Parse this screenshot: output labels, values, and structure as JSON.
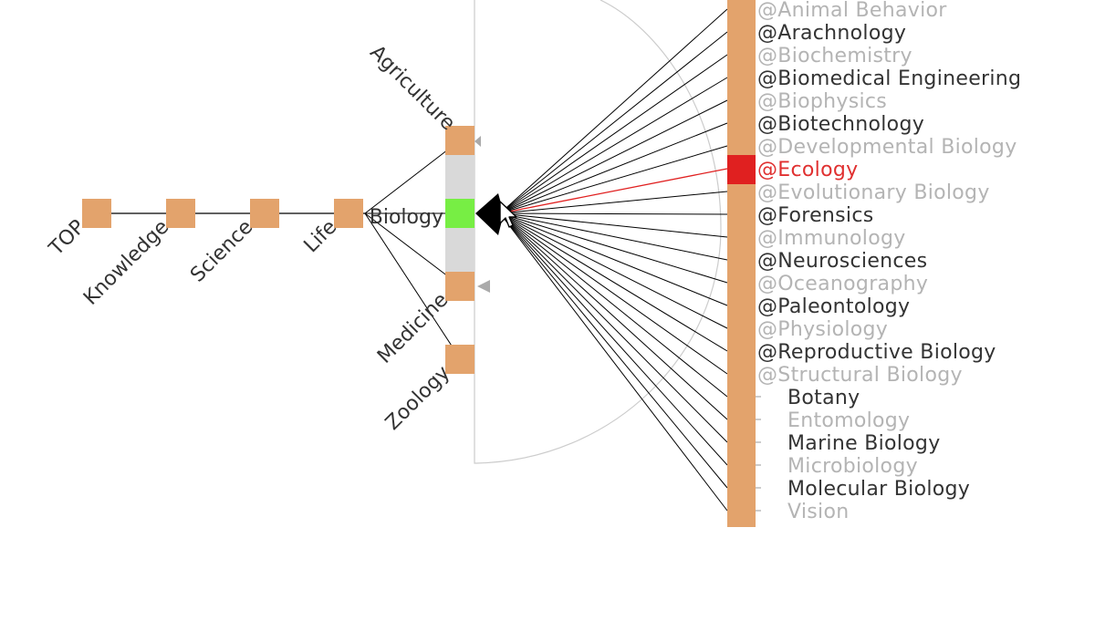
{
  "colors": {
    "node": "#e3a36c",
    "selected_bar": "#d9d9d9",
    "focus_node": "#77ee44",
    "highlight": "#e02020",
    "dark_text": "#333333",
    "light_text": "#b4b4b4",
    "highlight_text": "#e03030"
  },
  "path": [
    {
      "label": "TOP"
    },
    {
      "label": "Knowledge"
    },
    {
      "label": "Science"
    },
    {
      "label": "Life"
    }
  ],
  "focus": {
    "label": "Biology"
  },
  "siblings": [
    {
      "label": "Agriculture"
    },
    {
      "label": "Medicine"
    },
    {
      "label": "Zoology"
    }
  ],
  "children": [
    {
      "label": "@Animal Behavior",
      "tone": "light"
    },
    {
      "label": "@Arachnology",
      "tone": "dark"
    },
    {
      "label": "@Biochemistry",
      "tone": "light"
    },
    {
      "label": "@Biomedical Engineering",
      "tone": "dark"
    },
    {
      "label": "@Biophysics",
      "tone": "light"
    },
    {
      "label": "@Biotechnology",
      "tone": "dark"
    },
    {
      "label": "@Developmental Biology",
      "tone": "light"
    },
    {
      "label": "@Ecology",
      "tone": "highlight"
    },
    {
      "label": "@Evolutionary Biology",
      "tone": "light"
    },
    {
      "label": "@Forensics",
      "tone": "dark"
    },
    {
      "label": "@Immunology",
      "tone": "light"
    },
    {
      "label": "@Neurosciences",
      "tone": "dark"
    },
    {
      "label": "@Oceanography",
      "tone": "light"
    },
    {
      "label": "@Paleontology",
      "tone": "dark"
    },
    {
      "label": "@Physiology",
      "tone": "light"
    },
    {
      "label": "@Reproductive Biology",
      "tone": "dark"
    },
    {
      "label": "@Structural Biology",
      "tone": "light"
    },
    {
      "label": "Botany",
      "tone": "dark"
    },
    {
      "label": "Entomology",
      "tone": "light"
    },
    {
      "label": "Marine Biology",
      "tone": "dark"
    },
    {
      "label": "Microbiology",
      "tone": "light"
    },
    {
      "label": "Molecular Biology",
      "tone": "dark"
    },
    {
      "label": "Vision",
      "tone": "light"
    }
  ]
}
